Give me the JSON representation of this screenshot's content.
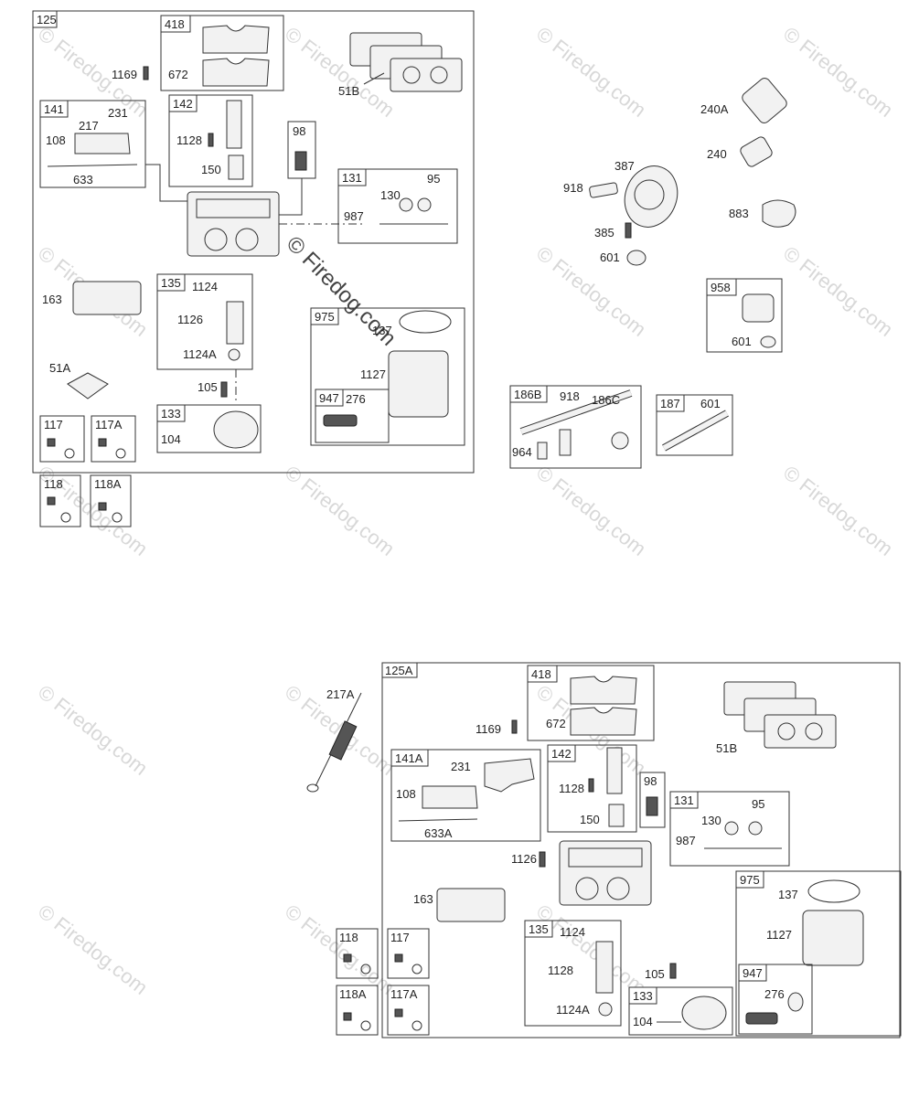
{
  "watermark": {
    "text": "© Firedog.com"
  },
  "boxes": {
    "b125": "125",
    "b418": "418",
    "b141": "141",
    "b142": "142",
    "b98": "98",
    "b131": "131",
    "b135": "135",
    "b975": "975",
    "b947": "947",
    "b133": "133",
    "b117": "117",
    "b117A": "117A",
    "b118": "118",
    "b118A": "118A",
    "b958": "958",
    "b186B": "186B",
    "b187": "187",
    "c125A": "125A",
    "c418": "418",
    "c141A": "141A",
    "c142": "142",
    "c98": "98",
    "c131": "131",
    "c975": "975",
    "c947": "947",
    "c135": "135",
    "c133": "133",
    "c118": "118",
    "c117": "117",
    "c118A": "118A",
    "c117A": "117A"
  },
  "labels": {
    "t672": "672",
    "t1169": "1169",
    "t51B": "51B",
    "t231": "231",
    "t217": "217",
    "t108": "108",
    "t633": "633",
    "t1128": "1128",
    "t150": "150",
    "t95": "95",
    "t130": "130",
    "t987": "987",
    "t163": "163",
    "t1124": "1124",
    "t1126": "1126",
    "t1124A": "1124A",
    "t137": "137",
    "t1127": "1127",
    "t276": "276",
    "t51A": "51A",
    "t105": "105",
    "t104": "104",
    "r240A": "240A",
    "r240": "240",
    "r387": "387",
    "r918": "918",
    "r883": "883",
    "r385": "385",
    "r601": "601",
    "r601b": "601",
    "r918b": "918",
    "r186C": "186C",
    "r964": "964",
    "r601c": "601",
    "u217A": "217A",
    "u672": "672",
    "u1169": "1169",
    "u51B": "51B",
    "u231": "231",
    "u108": "108",
    "u633A": "633A",
    "u1128": "1128",
    "u150": "150",
    "u95": "95",
    "u130": "130",
    "u987": "987",
    "u1126": "1126",
    "u137": "137",
    "u1127": "1127",
    "u163": "163",
    "u1124": "1124",
    "u1128b": "1128",
    "u105": "105",
    "u1124A": "1124A",
    "u276": "276",
    "u104": "104"
  }
}
